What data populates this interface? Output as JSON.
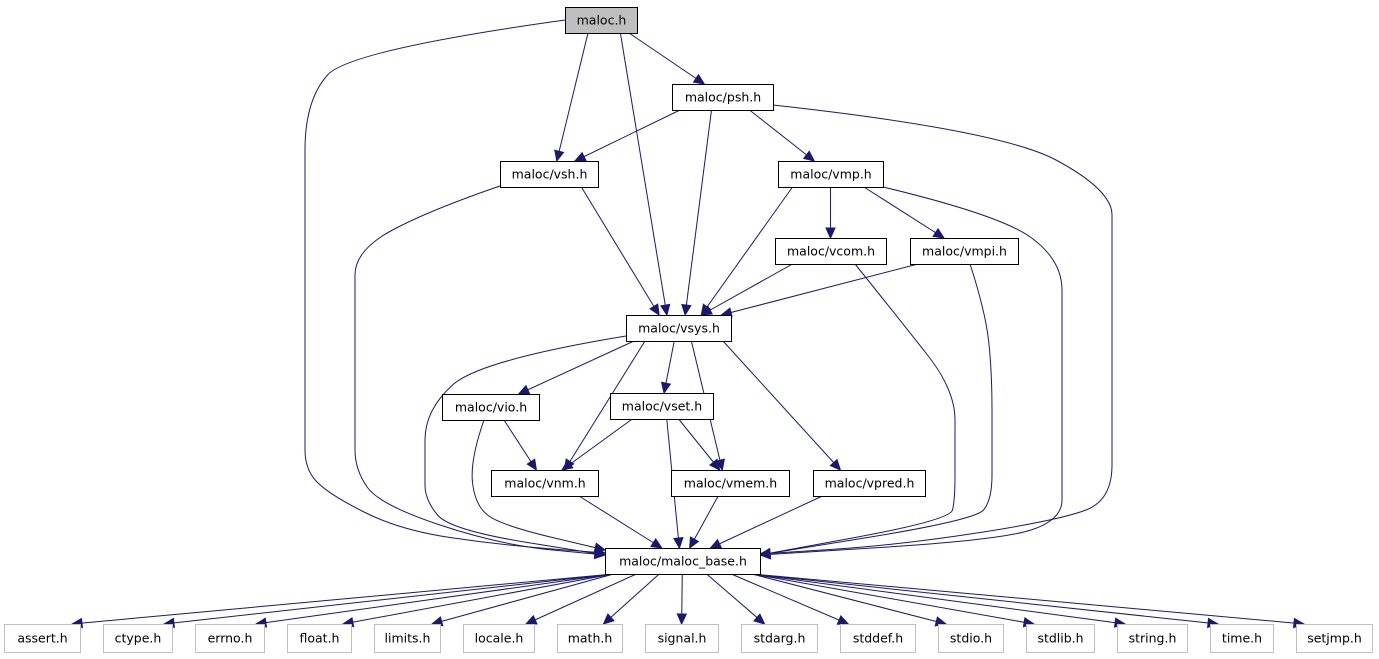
{
  "title": "",
  "colors": {
    "edge": "#191970",
    "root_fill": "#bfbfbf",
    "system_border": "#bfbfbf",
    "node_border": "#000000"
  },
  "nodes": [
    {
      "id": "maloc",
      "label": "maloc.h",
      "kind": "root"
    },
    {
      "id": "psh",
      "label": "maloc/psh.h",
      "kind": "project"
    },
    {
      "id": "vsh",
      "label": "maloc/vsh.h",
      "kind": "project"
    },
    {
      "id": "vmp",
      "label": "maloc/vmp.h",
      "kind": "project"
    },
    {
      "id": "vcom",
      "label": "maloc/vcom.h",
      "kind": "project"
    },
    {
      "id": "vmpi",
      "label": "maloc/vmpi.h",
      "kind": "project"
    },
    {
      "id": "vsys",
      "label": "maloc/vsys.h",
      "kind": "project"
    },
    {
      "id": "vio",
      "label": "maloc/vio.h",
      "kind": "project"
    },
    {
      "id": "vset",
      "label": "maloc/vset.h",
      "kind": "project"
    },
    {
      "id": "vnm",
      "label": "maloc/vnm.h",
      "kind": "project"
    },
    {
      "id": "vmem",
      "label": "maloc/vmem.h",
      "kind": "project"
    },
    {
      "id": "vpred",
      "label": "maloc/vpred.h",
      "kind": "project"
    },
    {
      "id": "base",
      "label": "maloc/maloc_base.h",
      "kind": "project"
    },
    {
      "id": "assert",
      "label": "assert.h",
      "kind": "system"
    },
    {
      "id": "ctype",
      "label": "ctype.h",
      "kind": "system"
    },
    {
      "id": "errno",
      "label": "errno.h",
      "kind": "system"
    },
    {
      "id": "float",
      "label": "float.h",
      "kind": "system"
    },
    {
      "id": "limits",
      "label": "limits.h",
      "kind": "system"
    },
    {
      "id": "locale",
      "label": "locale.h",
      "kind": "system"
    },
    {
      "id": "math",
      "label": "math.h",
      "kind": "system"
    },
    {
      "id": "signal",
      "label": "signal.h",
      "kind": "system"
    },
    {
      "id": "stdarg",
      "label": "stdarg.h",
      "kind": "system"
    },
    {
      "id": "stddef",
      "label": "stddef.h",
      "kind": "system"
    },
    {
      "id": "stdio",
      "label": "stdio.h",
      "kind": "system"
    },
    {
      "id": "stdlib",
      "label": "stdlib.h",
      "kind": "system"
    },
    {
      "id": "string",
      "label": "string.h",
      "kind": "system"
    },
    {
      "id": "time",
      "label": "time.h",
      "kind": "system"
    },
    {
      "id": "setjmp",
      "label": "setjmp.h",
      "kind": "system"
    }
  ],
  "edges": [
    {
      "from": "maloc",
      "to": "psh"
    },
    {
      "from": "maloc",
      "to": "vsh"
    },
    {
      "from": "maloc",
      "to": "vsys"
    },
    {
      "from": "maloc",
      "to": "base"
    },
    {
      "from": "psh",
      "to": "vsh"
    },
    {
      "from": "psh",
      "to": "vmp"
    },
    {
      "from": "psh",
      "to": "vsys"
    },
    {
      "from": "psh",
      "to": "base"
    },
    {
      "from": "vsh",
      "to": "vsys"
    },
    {
      "from": "vsh",
      "to": "base"
    },
    {
      "from": "vmp",
      "to": "vcom"
    },
    {
      "from": "vmp",
      "to": "vmpi"
    },
    {
      "from": "vmp",
      "to": "vsys"
    },
    {
      "from": "vmp",
      "to": "base"
    },
    {
      "from": "vcom",
      "to": "vsys"
    },
    {
      "from": "vcom",
      "to": "base"
    },
    {
      "from": "vmpi",
      "to": "vsys"
    },
    {
      "from": "vmpi",
      "to": "base"
    },
    {
      "from": "vsys",
      "to": "vio"
    },
    {
      "from": "vsys",
      "to": "vset"
    },
    {
      "from": "vsys",
      "to": "vnm"
    },
    {
      "from": "vsys",
      "to": "vmem"
    },
    {
      "from": "vsys",
      "to": "vpred"
    },
    {
      "from": "vsys",
      "to": "base"
    },
    {
      "from": "vio",
      "to": "vnm"
    },
    {
      "from": "vio",
      "to": "base"
    },
    {
      "from": "vset",
      "to": "vnm"
    },
    {
      "from": "vset",
      "to": "vmem"
    },
    {
      "from": "vset",
      "to": "base"
    },
    {
      "from": "vnm",
      "to": "base"
    },
    {
      "from": "vmem",
      "to": "base"
    },
    {
      "from": "vpred",
      "to": "base"
    },
    {
      "from": "base",
      "to": "assert"
    },
    {
      "from": "base",
      "to": "ctype"
    },
    {
      "from": "base",
      "to": "errno"
    },
    {
      "from": "base",
      "to": "float"
    },
    {
      "from": "base",
      "to": "limits"
    },
    {
      "from": "base",
      "to": "locale"
    },
    {
      "from": "base",
      "to": "math"
    },
    {
      "from": "base",
      "to": "signal"
    },
    {
      "from": "base",
      "to": "stdarg"
    },
    {
      "from": "base",
      "to": "stddef"
    },
    {
      "from": "base",
      "to": "stdio"
    },
    {
      "from": "base",
      "to": "stdlib"
    },
    {
      "from": "base",
      "to": "string"
    },
    {
      "from": "base",
      "to": "time"
    },
    {
      "from": "base",
      "to": "setjmp"
    }
  ]
}
